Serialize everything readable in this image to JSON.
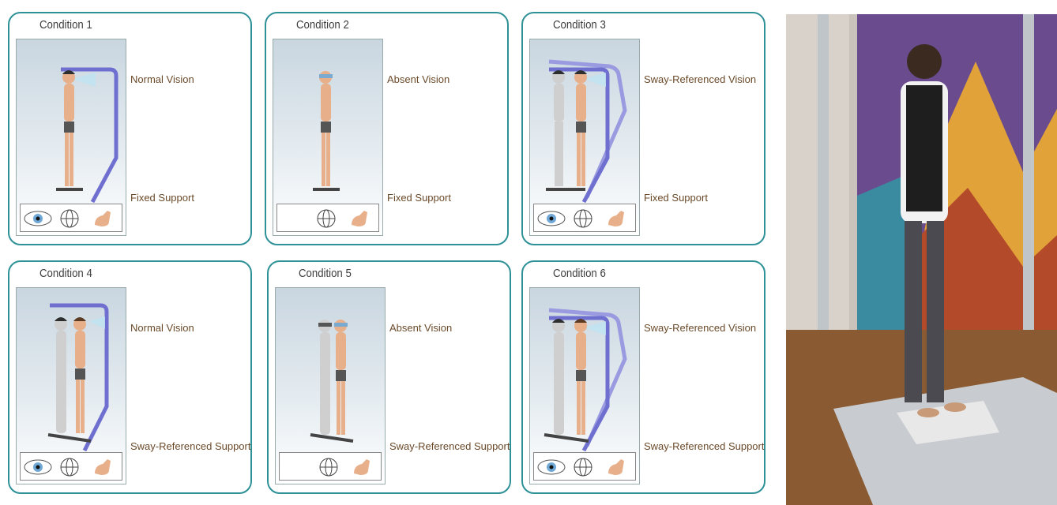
{
  "conditions": [
    {
      "title": "Condition 1",
      "vision": "Normal Vision",
      "support": "Fixed Support"
    },
    {
      "title": "Condition 2",
      "vision": "Absent Vision",
      "support": "Fixed Support"
    },
    {
      "title": "Condition 3",
      "vision": "Sway-Referenced Vision",
      "support": "Fixed Support"
    },
    {
      "title": "Condition 4",
      "vision": "Normal Vision",
      "support": "Sway-Referenced Support"
    },
    {
      "title": "Condition 5",
      "vision": "Absent Vision",
      "support": "Sway-Referenced Support"
    },
    {
      "title": "Condition 6",
      "vision": "Sway-Referenced Vision",
      "support": "Sway-Referenced Support"
    }
  ],
  "colors": {
    "panel_border": "#2e9198",
    "surround": "#6f6fd0",
    "skin": "#e8b08a",
    "label": "#6b4a2a"
  },
  "icons": [
    "eye-icon",
    "vestibular-icon",
    "foot-icon"
  ]
}
